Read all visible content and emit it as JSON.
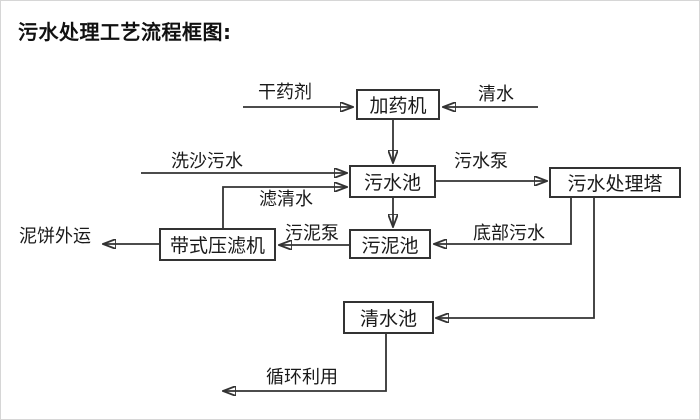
{
  "title": "污水处理工艺流程框图:",
  "colors": {
    "background": "#ffffff",
    "line": "#333333",
    "text": "#1a1a1a"
  },
  "nodes": {
    "dosing_machine": {
      "label": "加药机"
    },
    "sewage_pool": {
      "label": "污水池"
    },
    "treatment_tower": {
      "label": "污水处理塔"
    },
    "sludge_pool": {
      "label": "污泥池"
    },
    "belt_filter_press": {
      "label": "带式压滤机"
    },
    "clean_water_pool": {
      "label": "清水池"
    }
  },
  "edge_labels": {
    "dry_agent": "干药剂",
    "clean_water_in": "清水",
    "sand_washing_sewage": "洗沙污水",
    "filtered_water": "滤清水",
    "sewage_pump": "污水泵",
    "bottom_sewage": "底部污水",
    "sludge_pump": "污泥泵",
    "mud_cake_out": "泥饼外运",
    "recycle_use": "循环利用"
  }
}
